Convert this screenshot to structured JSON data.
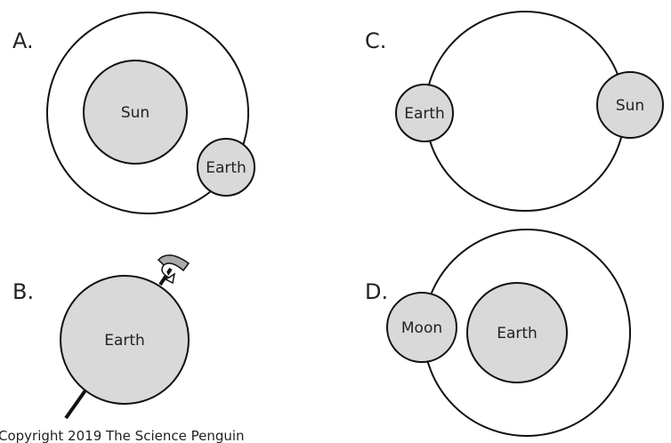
{
  "panels": {
    "a": {
      "label": "A.",
      "center": "Sun",
      "orbiter": "Earth"
    },
    "b": {
      "label": "B.",
      "body": "Earth"
    },
    "c": {
      "label": "C.",
      "left": "Earth",
      "right": "Sun"
    },
    "d": {
      "label": "D.",
      "left": "Moon",
      "center": "Earth"
    }
  },
  "copyright": "Copyright 2019 The Science Penguin",
  "colors": {
    "fill": "#d9d9d9",
    "stroke": "#111111"
  }
}
